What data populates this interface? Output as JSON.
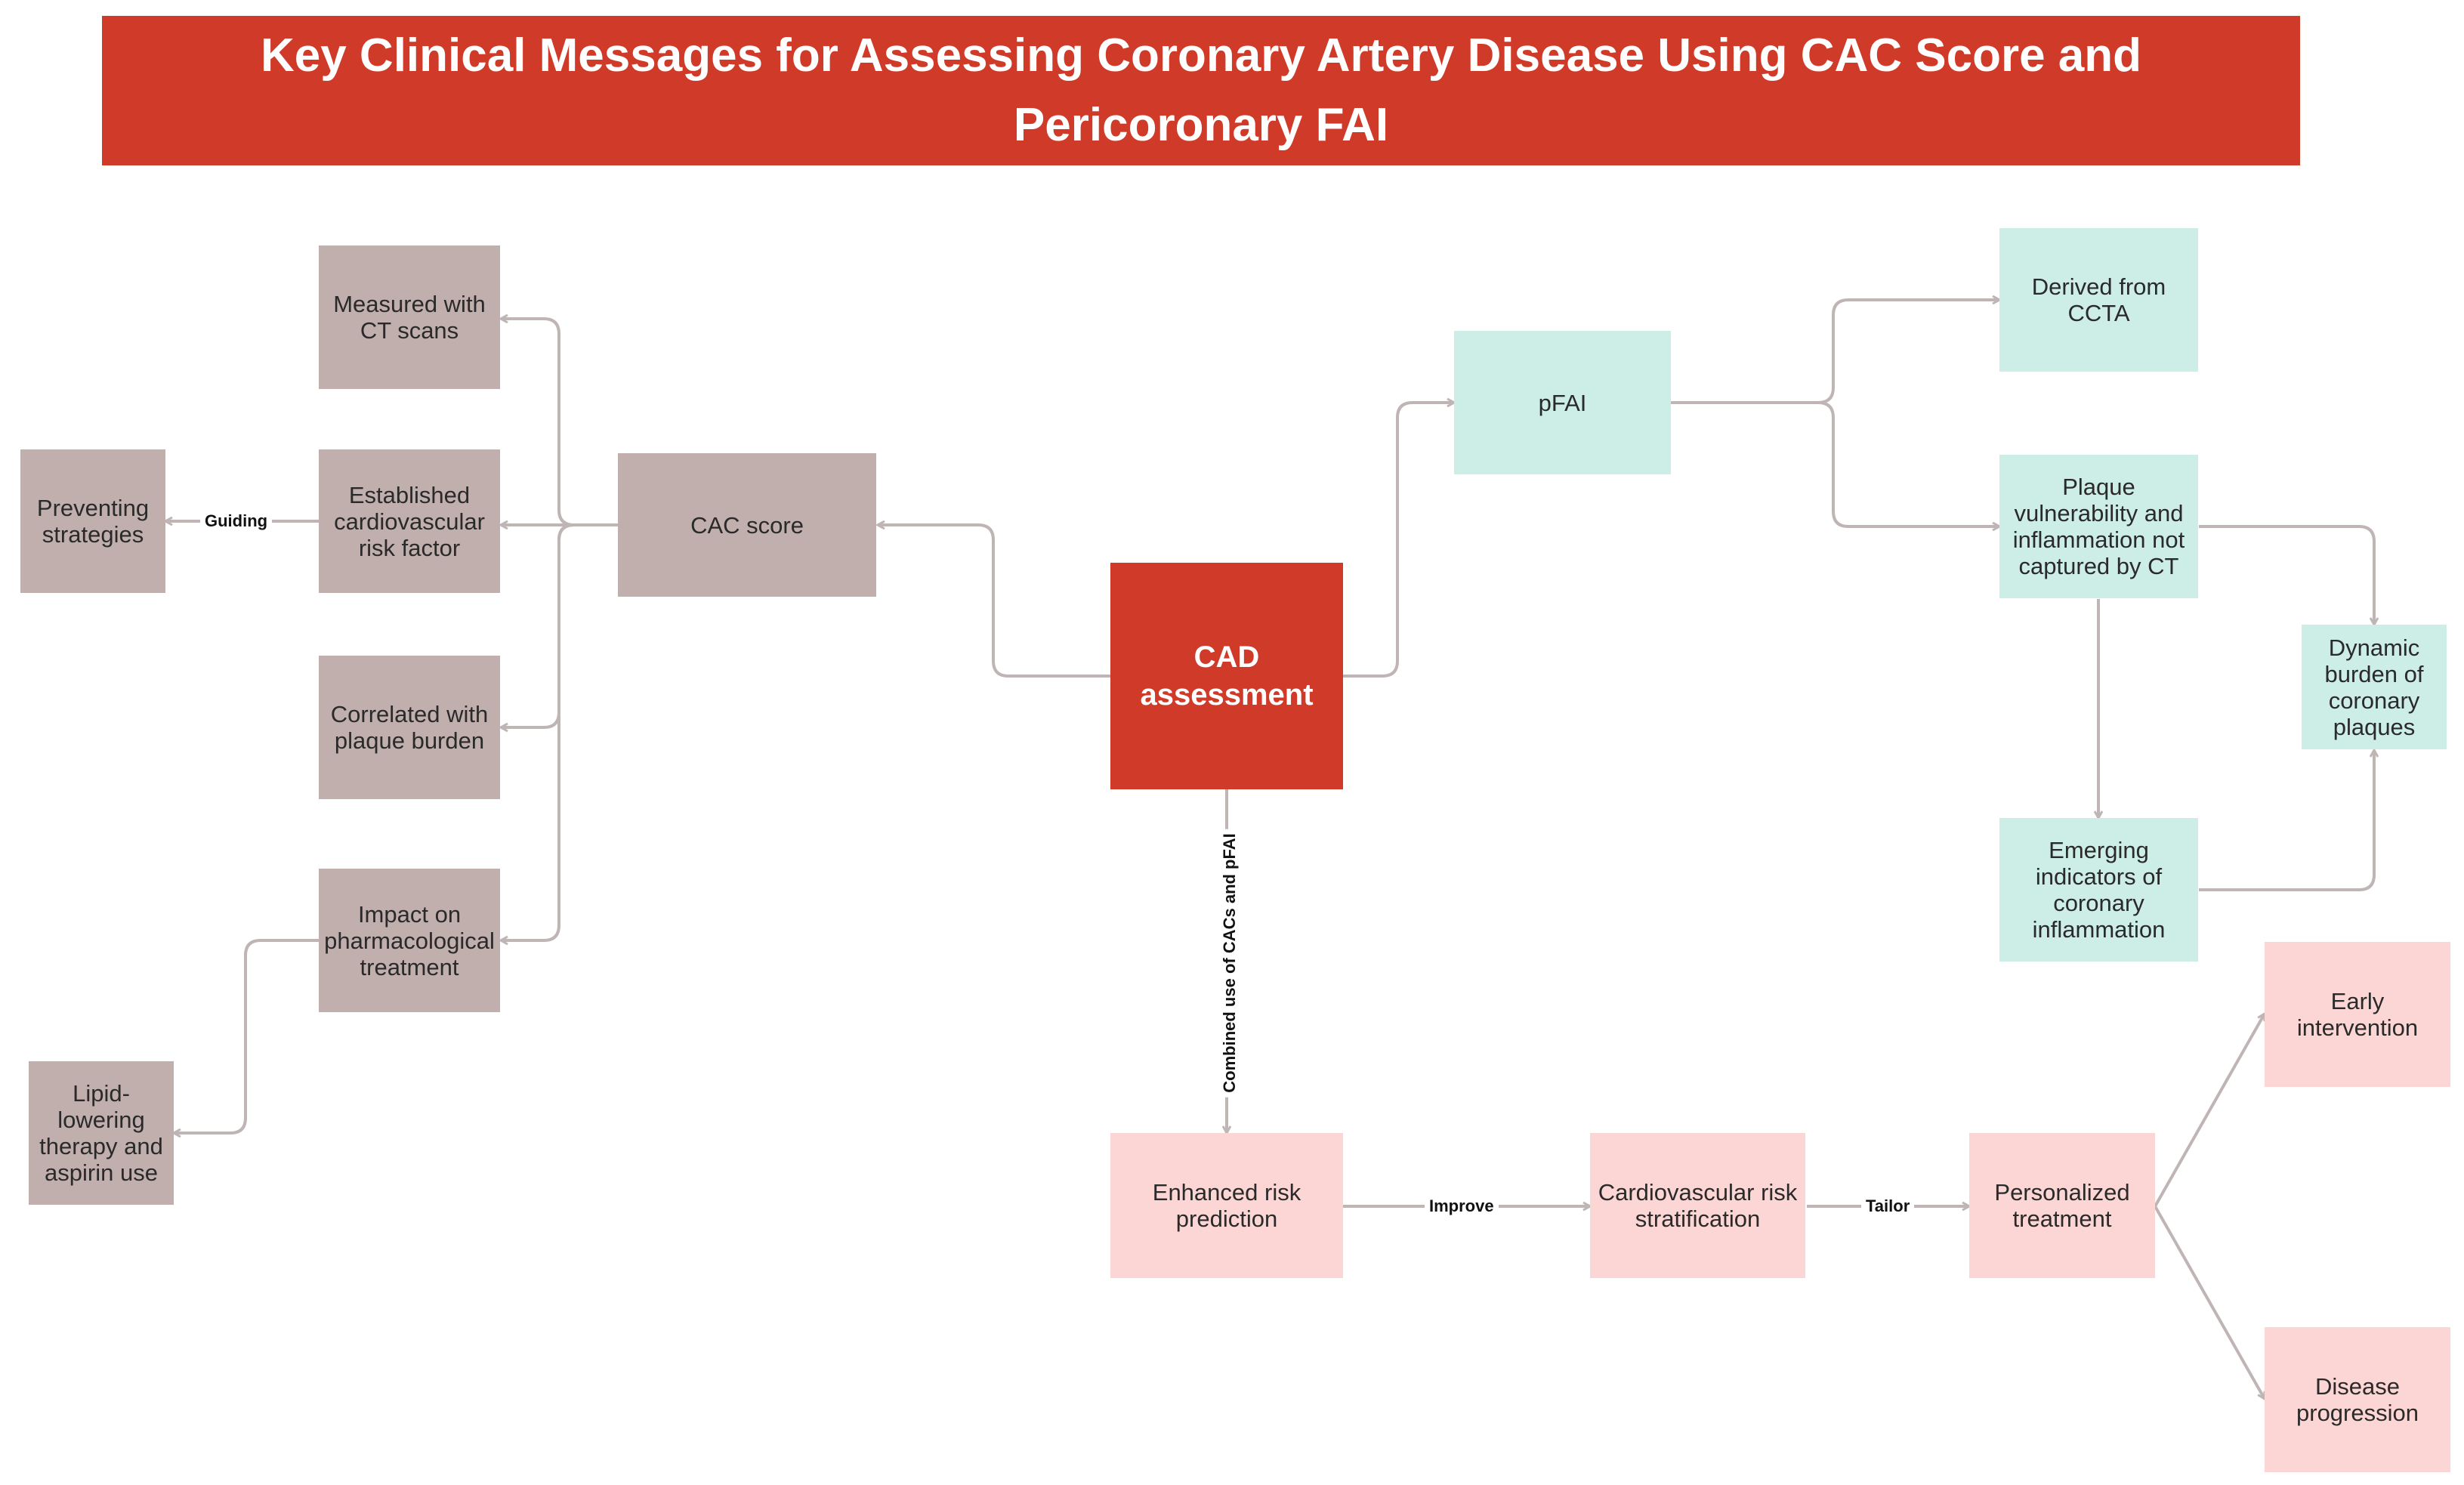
{
  "title": "Key Clinical Messages for Assessing Coronary Artery Disease Using CAC Score and Pericoronary FAI",
  "colors": {
    "title_bg": "#d03b29",
    "cac_branch": "#c1afae",
    "pfai_branch": "#cdede7",
    "outcome_branch": "#fcd6d4",
    "connector": "#bfb5b5"
  },
  "nodes": {
    "cad_assessment": "CAD assessment",
    "cac_score": "CAC score",
    "measured_ct": "Measured with CT scans",
    "established_risk": "Established cardiovascular risk factor",
    "preventing_strategies": "Preventing strategies",
    "correlated_plaque": "Correlated with plaque burden",
    "impact_pharma": "Impact on pharmacological treatment",
    "lipid_lowering": "Lipid-lowering therapy and aspirin use",
    "pfai": "pFAI",
    "derived_ccta": "Derived from CCTA",
    "plaque_vulnerability": "Plaque vulnerability and inflammation not captured by CT",
    "dynamic_burden": "Dynamic burden of coronary plaques",
    "emerging_indicators": "Emerging indicators of coronary inflammation",
    "enhanced_risk": "Enhanced risk prediction",
    "cv_risk_strat": "Cardiovascular risk stratification",
    "personalized_treatment": "Personalized treatment",
    "early_intervention": "Early intervention",
    "disease_progression": "Disease progression"
  },
  "edge_labels": {
    "guiding": "Guiding",
    "combined_use": "Combined use of CACs and pFAI",
    "improve": "Improve",
    "tailor": "Tailor"
  }
}
